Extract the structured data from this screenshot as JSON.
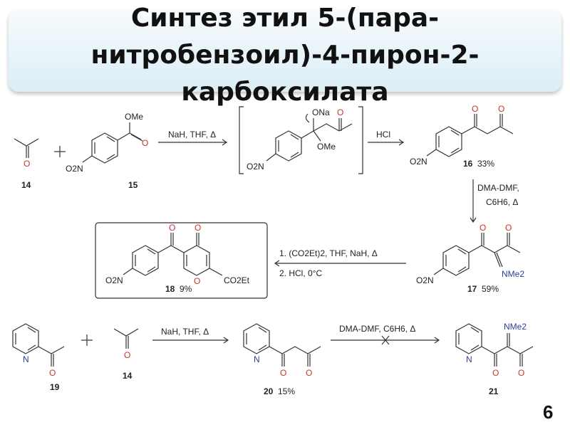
{
  "title": {
    "line1": "Синтез этил 5-(пара-",
    "line2": "нитробензоил)-4-пирон-2-",
    "line3": "карбоксилата"
  },
  "reagents": {
    "r1": "NaH, THF, Δ",
    "r2": "HCl",
    "r3a": "DMA-DMF,",
    "r3b": "C6H6, Δ",
    "r4a": "1. (CO2Et)2, THF, NaH, Δ",
    "r4b": "2. HCl, 0°C",
    "r5": "NaH, THF, Δ",
    "r6": "DMA-DMF, C6H6, Δ"
  },
  "compounds": {
    "c14a": "14",
    "c15": "15",
    "c16": "16",
    "c16_yield": "33%",
    "c17": "17",
    "c17_yield": "59%",
    "c18": "18",
    "c18_yield": "9%",
    "c19": "19",
    "c14b": "14",
    "c20": "20",
    "c20_yield": "15%",
    "c21": "21"
  },
  "atoms": {
    "O": "O",
    "OMe": "OMe",
    "ONa": "ONa",
    "NO2": "O2N",
    "NMe2": "NMe2",
    "CO2Et": "CO2Et",
    "N": "N"
  },
  "page_number": "6",
  "colors": {
    "oxygen": "#c0392b",
    "nitrogen": "#2c3e99",
    "bond": "#333333"
  }
}
